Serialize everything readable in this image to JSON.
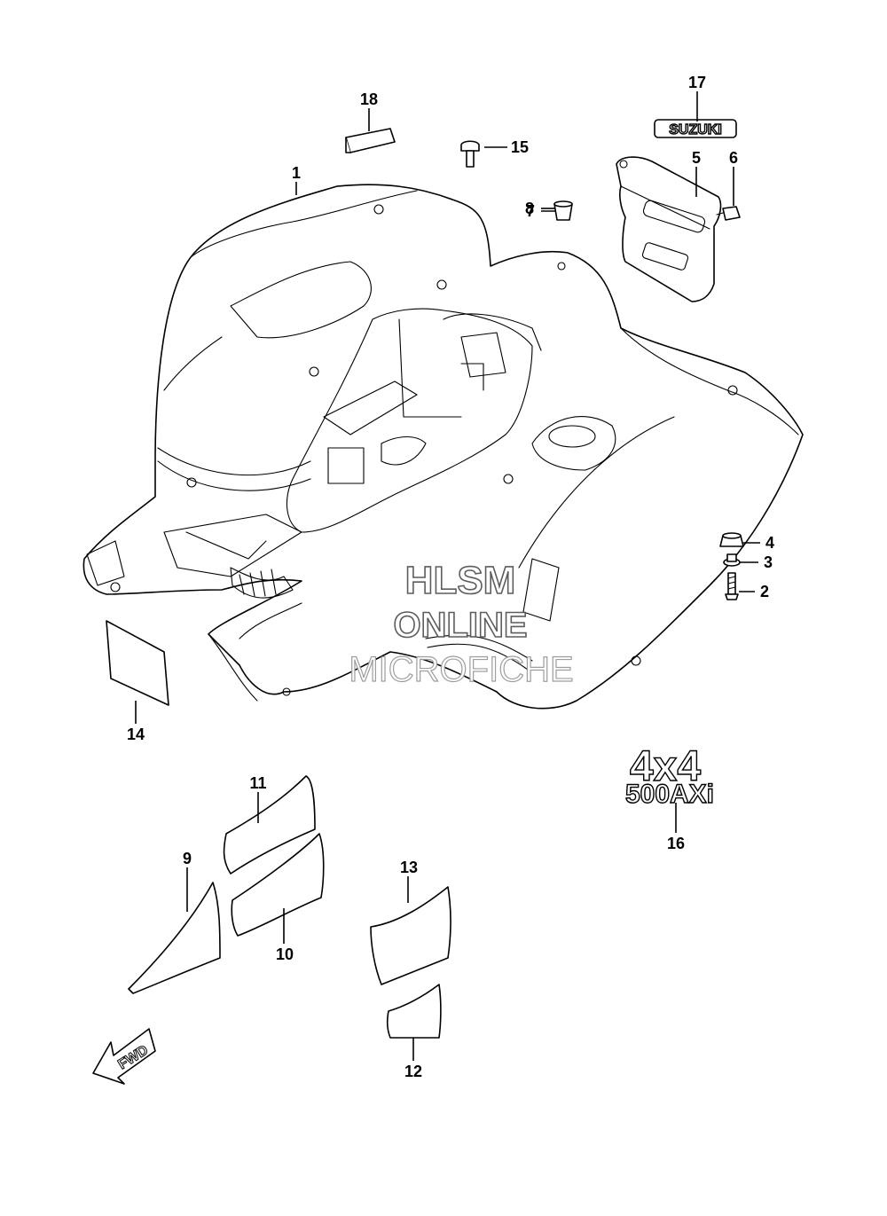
{
  "diagram": {
    "callouts": {
      "c1": "1",
      "c2": "2",
      "c3": "3",
      "c4": "4",
      "c5": "5",
      "c6": "6",
      "c7": "7",
      "c8": "8",
      "c9": "9",
      "c10": "10",
      "c11": "11",
      "c12": "12",
      "c13": "13",
      "c14": "14",
      "c15": "15",
      "c16": "16",
      "c17": "17",
      "c18": "18"
    },
    "emblem_17_text": "SUZUKI",
    "emblem_16_line1": "4x4",
    "emblem_16_line2": "500AXi",
    "fwd_label": "FWD",
    "watermark": {
      "line1": "HLSM",
      "line2": "ONLINE",
      "line3": "MICROFICHE"
    }
  }
}
